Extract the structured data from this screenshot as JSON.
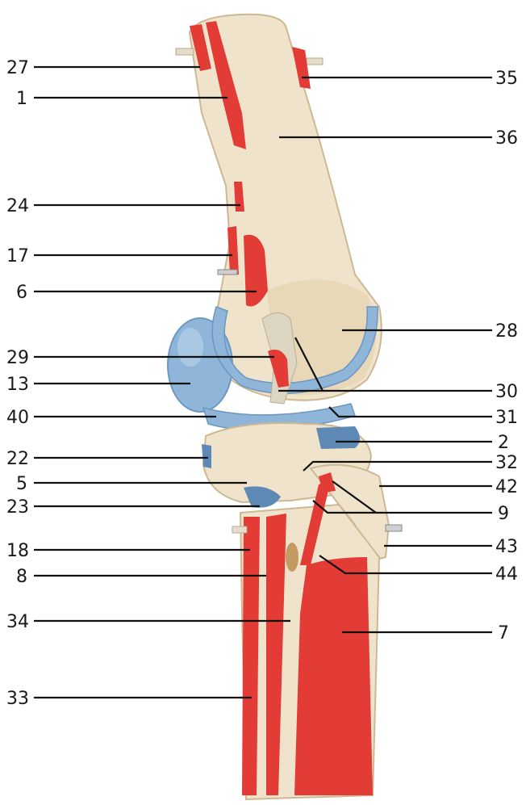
{
  "labels": {
    "l27": "27",
    "l1": "1",
    "l24": "24",
    "l17": "17",
    "l6": "6",
    "l29": "29",
    "l13": "13",
    "l40": "40",
    "l22": "22",
    "l5": "5",
    "l23": "23",
    "l18": "18",
    "l8": "8",
    "l34": "34",
    "l33": "33",
    "r35": "35",
    "r36": "36",
    "r28": "28",
    "r30": "30",
    "r31": "31",
    "r2": "2",
    "r32": "32",
    "r42": "42",
    "r9": "9",
    "r43": "43",
    "r44": "44",
    "r7": "7"
  },
  "colors": {
    "bone": "#efe3cc",
    "bone_shade": "#d9c6a3",
    "muscle": "#e33b35",
    "cartilage": "#8fb6d8",
    "cartilage_dark": "#5f89b5",
    "ligament": "#d6d2c4",
    "leader": "#111111"
  }
}
